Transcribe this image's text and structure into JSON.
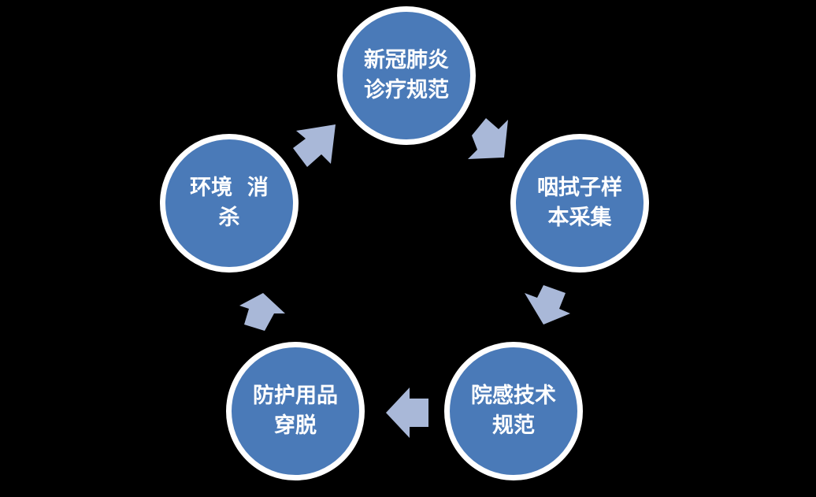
{
  "diagram": {
    "background": "#000000",
    "node_fill": "#4a7ab8",
    "node_border": "#ffffff",
    "arrow_fill": "#a9b8d8",
    "nodes": [
      {
        "id": "n1",
        "label": "新冠肺炎诊疗规范"
      },
      {
        "id": "n2",
        "label": "咽拭子样本采集"
      },
      {
        "id": "n3",
        "label": "院感技术规范"
      },
      {
        "id": "n4",
        "label": "防护用品穿脱"
      },
      {
        "id": "n5",
        "label": "环境  消杀"
      }
    ]
  }
}
